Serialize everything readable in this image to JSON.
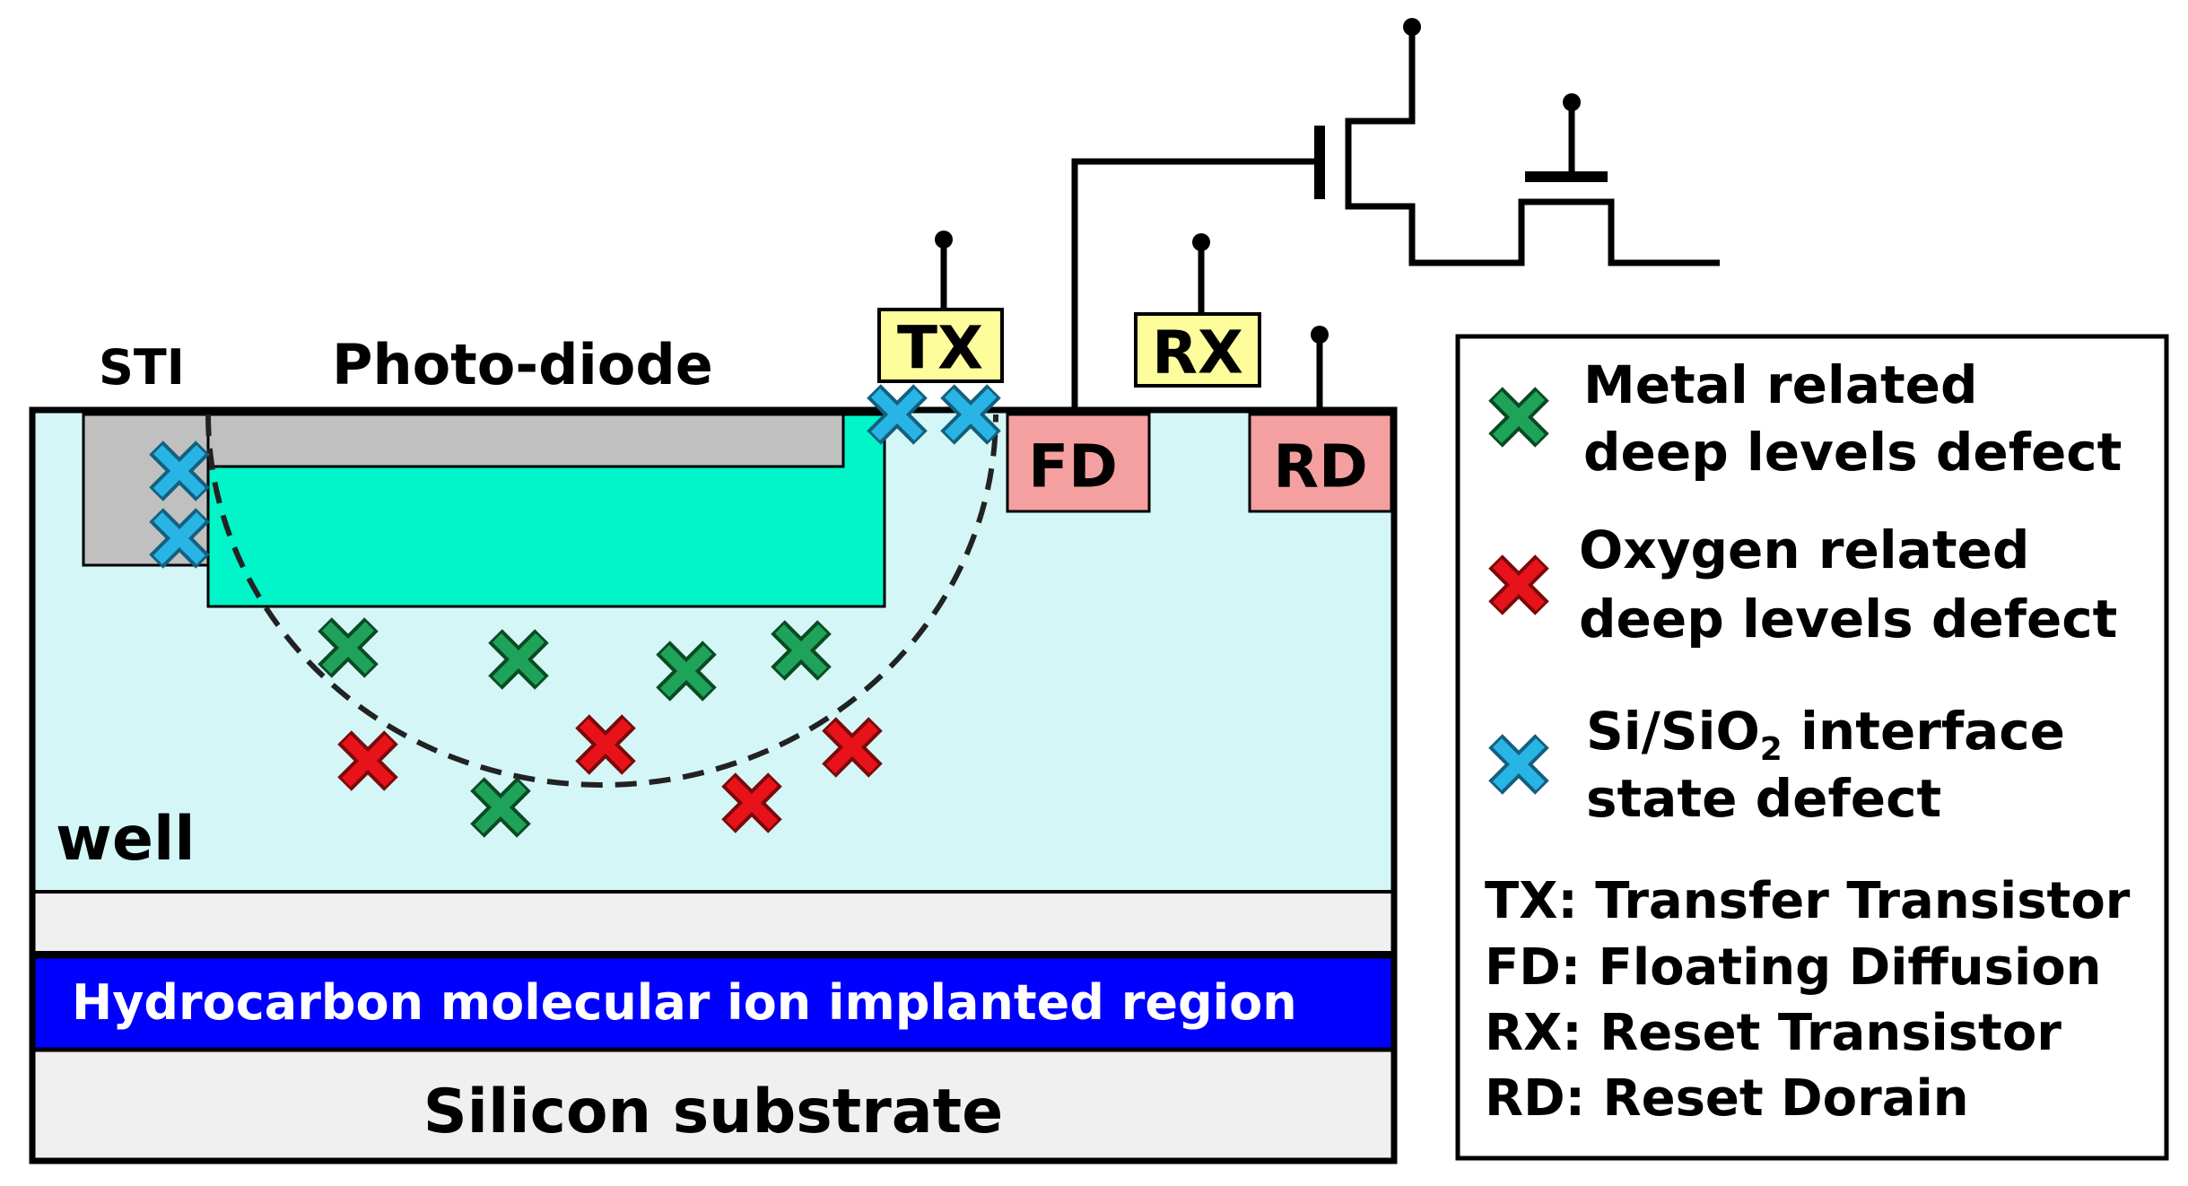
{
  "labels": {
    "sti": "STI",
    "photodiode": "Photo-diode",
    "well": "well",
    "hydrocarbon": "Hydrocarbon molecular ion implanted region",
    "substrate": "Silicon substrate",
    "tx": "TX",
    "rx": "RX",
    "fd": "FD",
    "rd": "RD"
  },
  "legend": {
    "metal": {
      "line1": "Metal related",
      "line2": "deep levels defect",
      "color": "#1fa35a"
    },
    "oxygen": {
      "line1": "Oxygen related",
      "line2": "deep levels defect",
      "color": "#e8121a"
    },
    "interface": {
      "line1_pre": "Si/SiO",
      "line1_sub": "2",
      "line1_post": " interface",
      "line2": "state defect",
      "color": "#29b4e6"
    },
    "abbreviations": [
      "TX: Transfer Transistor",
      "FD: Floating Diffusion",
      "RX: Reset Transistor",
      "RD: Reset Dorain"
    ]
  },
  "colors": {
    "well": "#d4f6f6",
    "photodiode": "#00f5c8",
    "sti": "#c0c0c0",
    "implant": "#0000ff",
    "substrate": "#f0f0f0",
    "diffusion": "#f5a0a0",
    "gate_label_bg": "#fdfd9c",
    "metal_defect": "#1fa35a",
    "oxygen_defect": "#e8121a",
    "interface_defect": "#29b4e6"
  }
}
